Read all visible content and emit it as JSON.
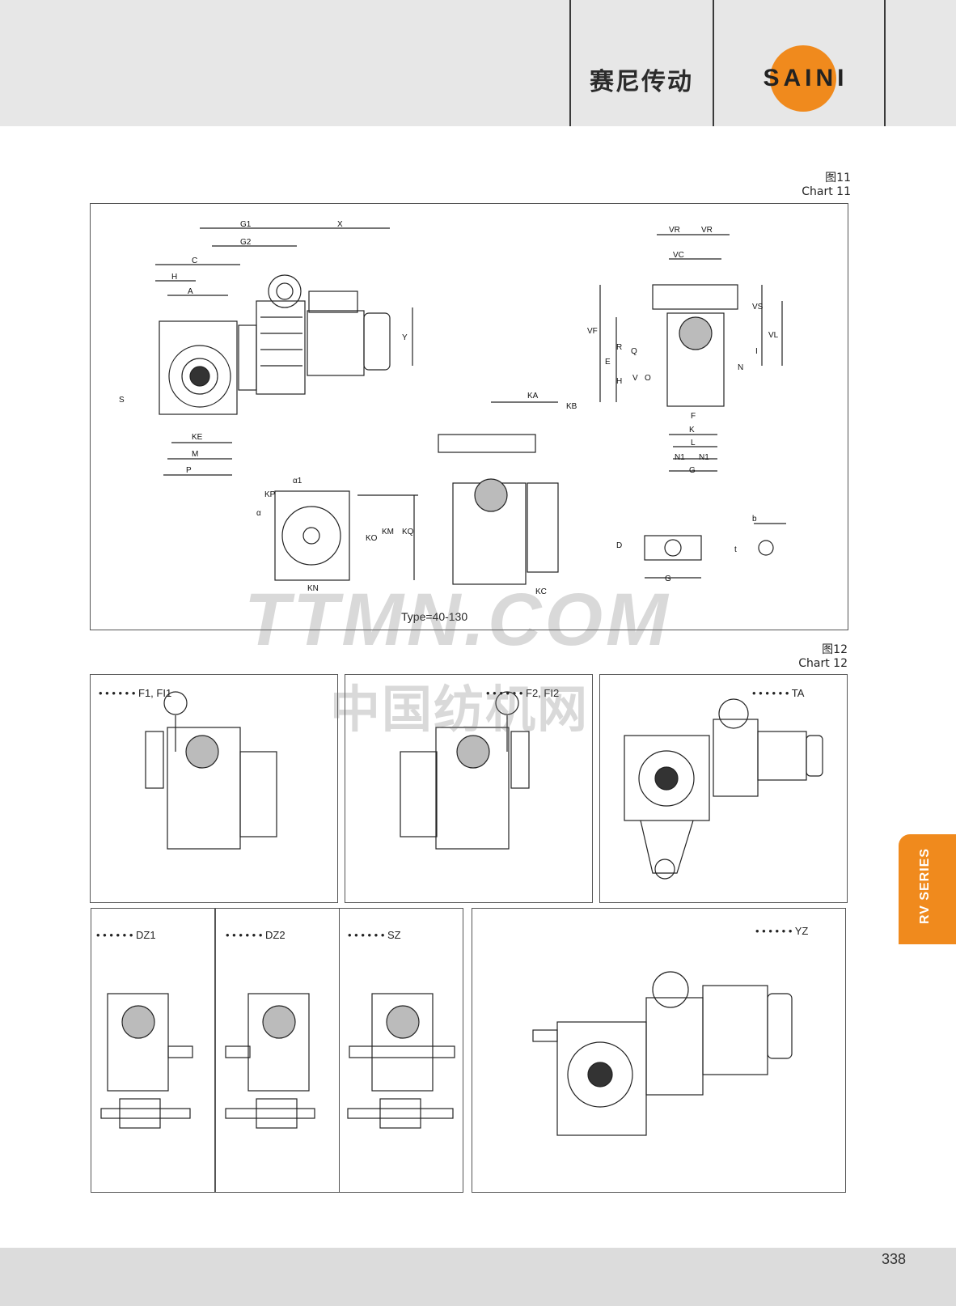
{
  "header": {
    "brand_cn": "赛尼传动",
    "logo": "SAINI"
  },
  "chart11": {
    "caption_cn": "图11",
    "caption_en": "Chart 11",
    "type_label": "Type=40-130"
  },
  "chart12": {
    "caption_cn": "图12",
    "caption_en": "Chart 12"
  },
  "variants": [
    "F1, FI1",
    "F2, FI2",
    "TA",
    "DZ1",
    "DZ2",
    "SZ",
    "YZ"
  ],
  "dots": "• • • • • •",
  "dimension_labels": [
    "G1",
    "X",
    "G2",
    "C",
    "H",
    "A",
    "Y",
    "S",
    "KE",
    "M",
    "P",
    "KA",
    "KB",
    "KP",
    "α1",
    "α",
    "KO",
    "KM",
    "KQ",
    "KN",
    "KC",
    "VR",
    "VC",
    "VS",
    "VF",
    "VL",
    "R",
    "E",
    "Q",
    "I",
    "N",
    "V",
    "O",
    "F",
    "K",
    "L",
    "N1",
    "G",
    "D",
    "b",
    "t"
  ],
  "watermark": {
    "en": "TTMN.COM",
    "cn": "中国纺机网"
  },
  "side_tab": "RV SERIES",
  "footer": {
    "page_number": "338"
  },
  "colors": {
    "accent": "#f08a1d",
    "header_bg": "#e7e7e7",
    "footer_bg": "#dcdcdc"
  }
}
